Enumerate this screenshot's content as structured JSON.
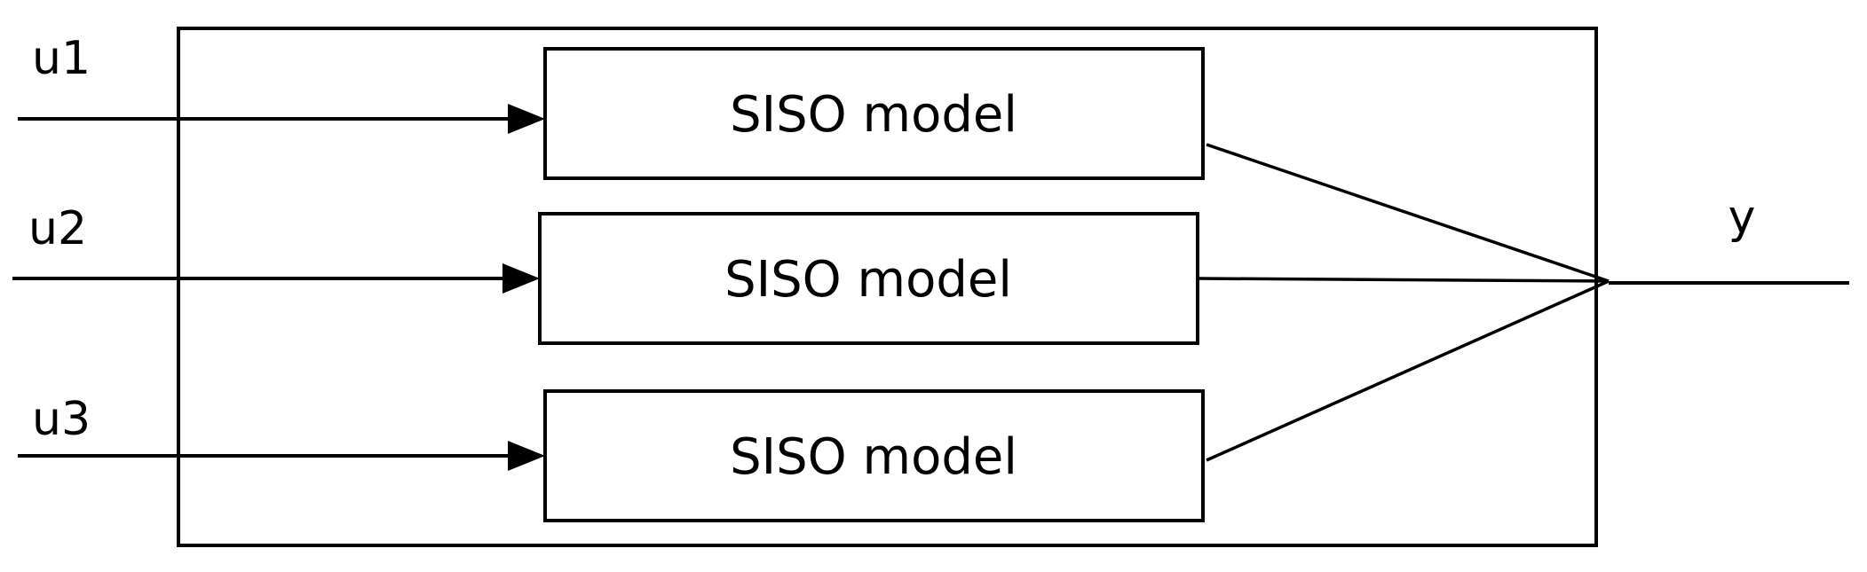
{
  "inputs": [
    {
      "label": "u1"
    },
    {
      "label": "u2"
    },
    {
      "label": "u3"
    }
  ],
  "blocks": [
    {
      "label": "SISO model"
    },
    {
      "label": "SISO model"
    },
    {
      "label": "SISO model"
    }
  ],
  "output": {
    "label": "y"
  }
}
